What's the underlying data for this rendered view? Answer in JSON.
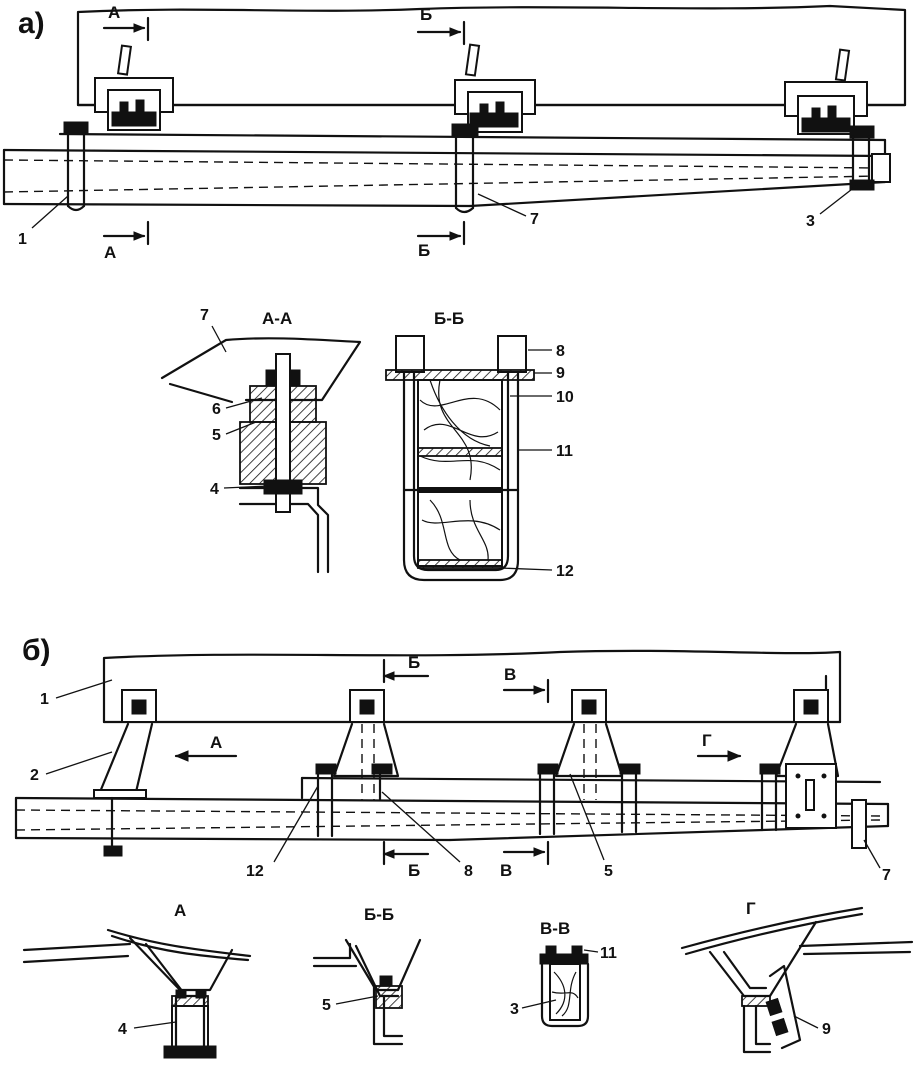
{
  "panels": {
    "a": {
      "letter": "а)"
    },
    "b": {
      "letter": "б)"
    }
  },
  "section_marks": {
    "a_top_A": "А",
    "a_top_B": "Б",
    "a_bot_A": "А",
    "a_bot_B": "Б",
    "b_top_B": "Б",
    "b_top_V": "В",
    "b_view_A": "А",
    "b_view_G": "Г",
    "b_bot_B": "Б",
    "b_bot_V": "В"
  },
  "section_titles": {
    "a_AA": "А-А",
    "a_BB": "Б-Б",
    "b_A": "А",
    "b_BB": "Б-Б",
    "b_VV": "В-В",
    "b_G": "Г"
  },
  "callouts": {
    "a1": "1",
    "a7": "7",
    "a3": "3",
    "aa7": "7",
    "aa6": "6",
    "aa5": "5",
    "aa4": "4",
    "bb8": "8",
    "bb9": "9",
    "bb10": "10",
    "bb11": "11",
    "bb12": "12",
    "b1": "1",
    "b2": "2",
    "b12": "12",
    "b8": "8",
    "b5": "5",
    "b7": "7",
    "d4": "4",
    "d5": "5",
    "d3": "3",
    "d11": "11",
    "d9": "9"
  }
}
